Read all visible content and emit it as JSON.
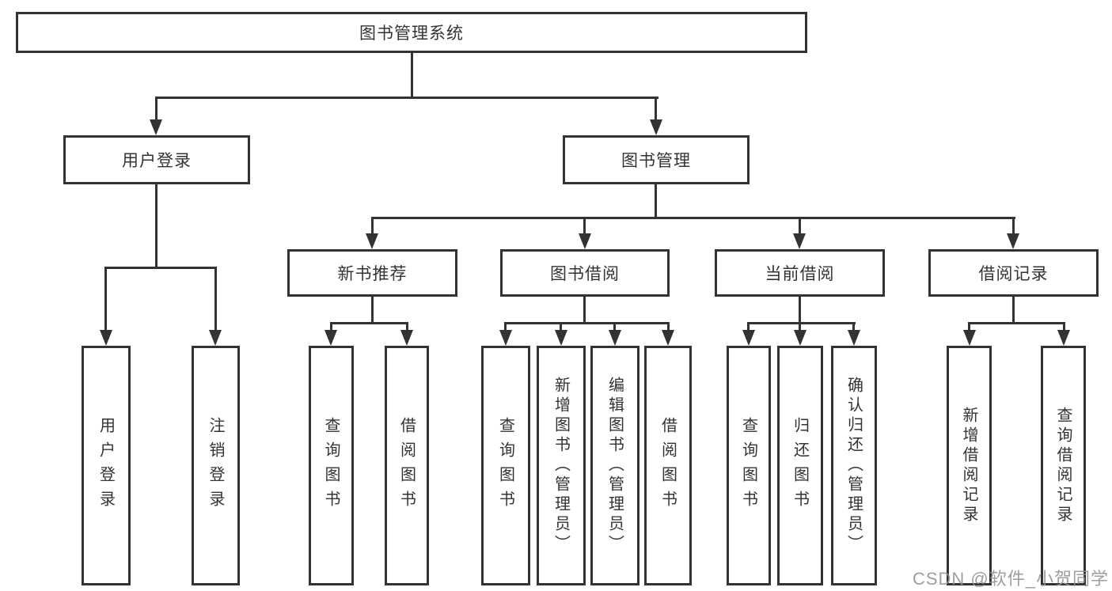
{
  "diagram": {
    "title": "图书管理系统",
    "root": {
      "label": "图书管理系统"
    },
    "level2": [
      {
        "label": "用户登录"
      },
      {
        "label": "图书管理"
      }
    ],
    "level3": [
      {
        "label": "新书推荐"
      },
      {
        "label": "图书借阅"
      },
      {
        "label": "当前借阅"
      },
      {
        "label": "借阅记录"
      }
    ],
    "leaves": {
      "user_login": [
        "用户登录",
        "注销登录"
      ],
      "new_book_recommendation": [
        "查询图书",
        "借阅图书"
      ],
      "book_borrowing": [
        "查询图书",
        "新增图书（管理员）",
        "编辑图书（管理员）",
        "借阅图书"
      ],
      "current_borrowing": [
        "查询图书",
        "归还图书",
        "确认归还（管理员）"
      ],
      "borrowing_records": [
        "新增借阅记录",
        "查询借阅记录"
      ]
    }
  },
  "watermark": "CSDN @软件_小贺同学",
  "colors": {
    "line": "#333333",
    "text": "#333333",
    "background": "#ffffff"
  }
}
